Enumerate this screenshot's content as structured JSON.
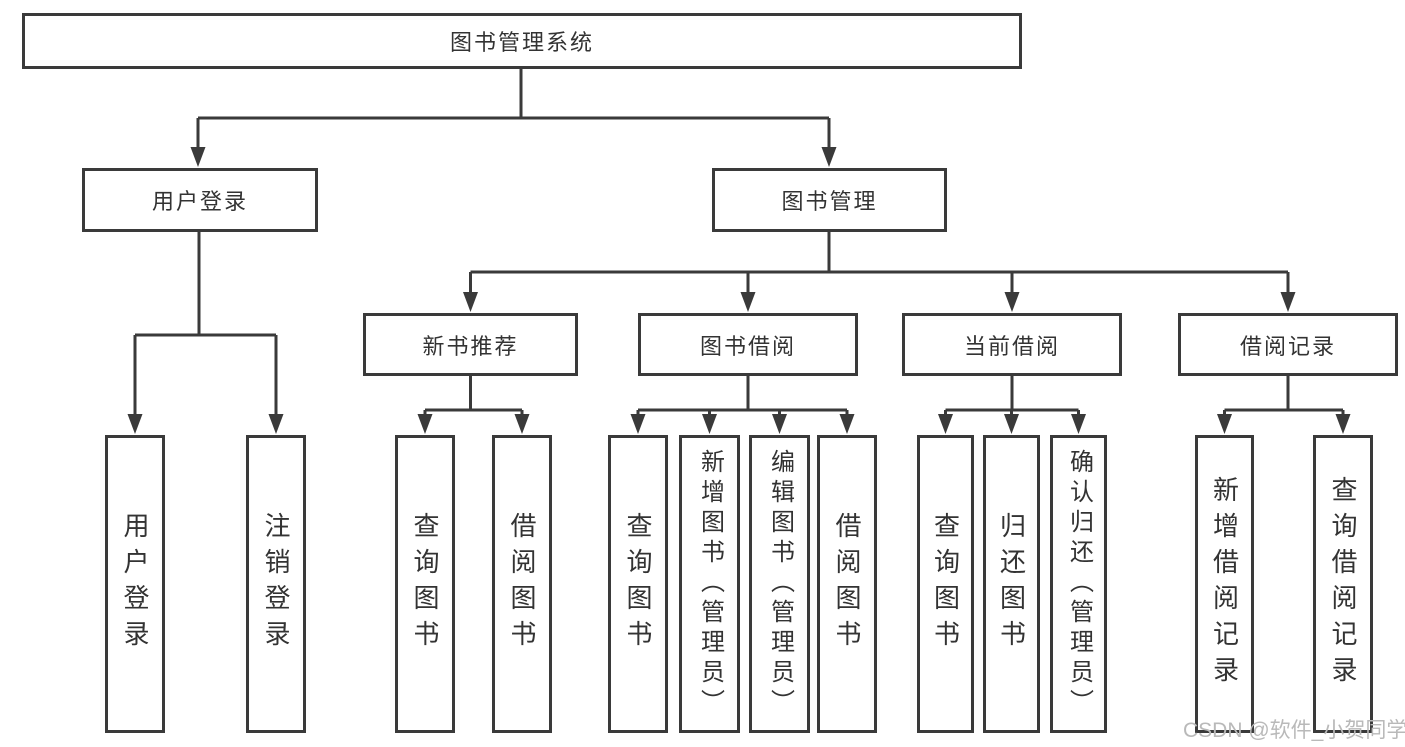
{
  "root": {
    "label": "图书管理系统"
  },
  "branches": [
    {
      "label": "用户登录",
      "children": [
        {
          "label": "用户登录"
        },
        {
          "label": "注销登录"
        }
      ]
    },
    {
      "label": "图书管理",
      "children": [
        {
          "label": "新书推荐",
          "children": [
            {
              "label": "查询图书"
            },
            {
              "label": "借阅图书"
            }
          ]
        },
        {
          "label": "图书借阅",
          "children": [
            {
              "label": "查询图书"
            },
            {
              "label": "新增图书（管理员）"
            },
            {
              "label": "编辑图书（管理员）"
            },
            {
              "label": "借阅图书"
            }
          ]
        },
        {
          "label": "当前借阅",
          "children": [
            {
              "label": "查询图书"
            },
            {
              "label": "归还图书"
            },
            {
              "label": "确认归还（管理员）"
            }
          ]
        },
        {
          "label": "借阅记录",
          "children": [
            {
              "label": "新增借阅记录"
            },
            {
              "label": "查询借阅记录"
            }
          ]
        }
      ]
    }
  ],
  "watermark": {
    "text": "CSDN @软件_小贺同学"
  },
  "colors": {
    "line": "#3a3a3a",
    "text": "#333333",
    "watermark": "#b9b9b9",
    "background": "#ffffff"
  }
}
